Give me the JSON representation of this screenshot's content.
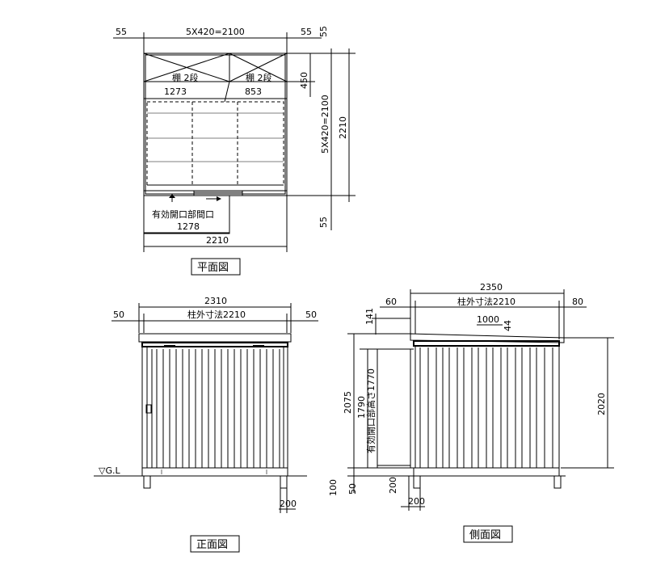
{
  "plan": {
    "dim_left": "55",
    "dim_top": "5X420=2100",
    "dim_right": "55",
    "dim_right_top": "55",
    "dim_450": "450",
    "shelf_left": "棚 2段",
    "shelf_right": "棚 2段",
    "dim_1273": "1273",
    "dim_853": "853",
    "dim_vert_inner": "5X420=2100",
    "dim_vert_total": "2210",
    "dim_bottom_right": "55",
    "opening_label": "有効開口部間口",
    "opening_width": "1278",
    "dim_width": "2210",
    "title": "平面図"
  },
  "front": {
    "dim_total": "2310",
    "dim_left": "50",
    "dim_col": "柱外寸法2210",
    "dim_right": "50",
    "gl": "▽G.L",
    "dim_200": "200",
    "title": "正面図"
  },
  "side": {
    "dim_total": "2350",
    "dim_left": "60",
    "dim_col": "柱外寸法2210",
    "dim_right": "80",
    "dim_141": "141",
    "dim_1000": "1000",
    "dim_44": "44",
    "dim_2075": "2075",
    "dim_1790": "1790",
    "opening_height": "有効開口部高さ1770",
    "dim_2020": "2020",
    "dim_100": "100",
    "dim_50": "50",
    "dim_200a": "200",
    "dim_200b": "200",
    "title": "側面図"
  }
}
